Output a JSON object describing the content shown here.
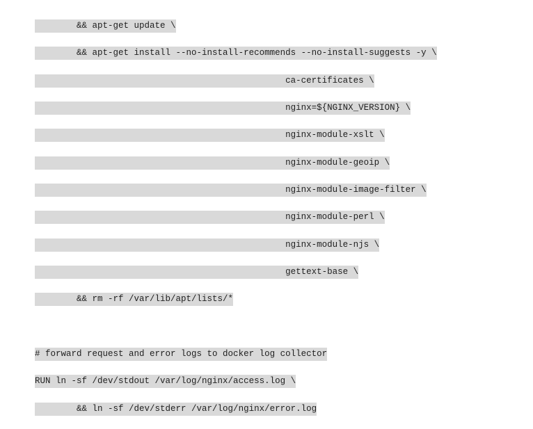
{
  "page": {
    "background_color": "#ffffff",
    "text_color": "#1f1f1f",
    "highlight_color": "#d9d9d9"
  },
  "code": {
    "language": "dockerfile",
    "lines": [
      "        && apt-get update \\",
      "        && apt-get install --no-install-recommends --no-install-suggests -y \\",
      "                                                ca-certificates \\",
      "                                                nginx=${NGINX_VERSION} \\",
      "                                                nginx-module-xslt \\",
      "                                                nginx-module-geoip \\",
      "                                                nginx-module-image-filter \\",
      "                                                nginx-module-perl \\",
      "                                                nginx-module-njs \\",
      "                                                gettext-base \\",
      "        && rm -rf /var/lib/apt/lists/*",
      "",
      "# forward request and error logs to docker log collector",
      "RUN ln -sf /dev/stdout /var/log/nginx/access.log \\",
      "        && ln -sf /dev/stderr /var/log/nginx/error.log"
    ]
  }
}
